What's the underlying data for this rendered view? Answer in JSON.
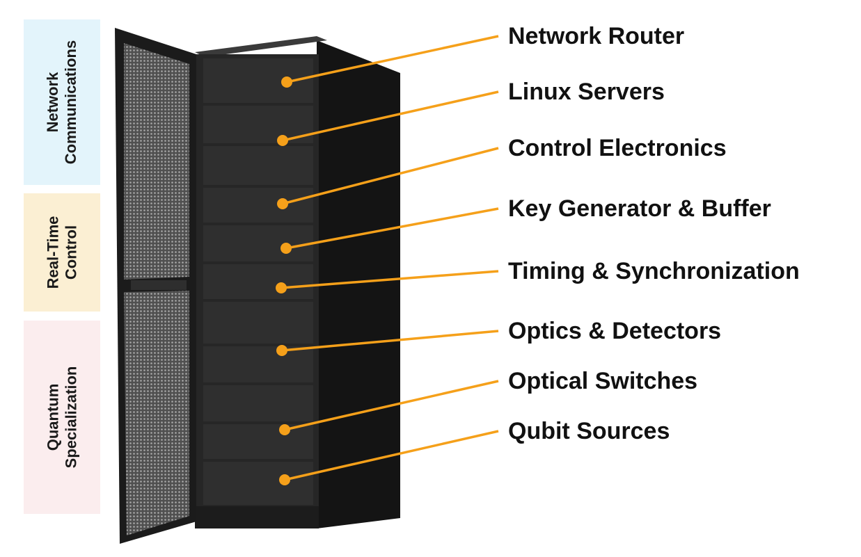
{
  "colors": {
    "accent": "#F5A01A",
    "rack": "#2a2a2a",
    "network_box": "#E3F4FB",
    "realtime_box": "#FBEFD3",
    "quantum_box": "#FBEDEE"
  },
  "categories": [
    {
      "text": "Network\nCommunications",
      "color": "#E3F4FB"
    },
    {
      "text": "Real-Time\nControl",
      "color": "#FBEFD3"
    },
    {
      "text": "Quantum\nSpecialization",
      "color": "#FBEDEE"
    }
  ],
  "components": [
    "Network Router",
    "Linux Servers",
    "Control Electronics",
    "Key Generator & Buffer",
    "Timing & Synchronization",
    "Optics & Detectors",
    "Optical Switches",
    "Qubit Sources"
  ]
}
